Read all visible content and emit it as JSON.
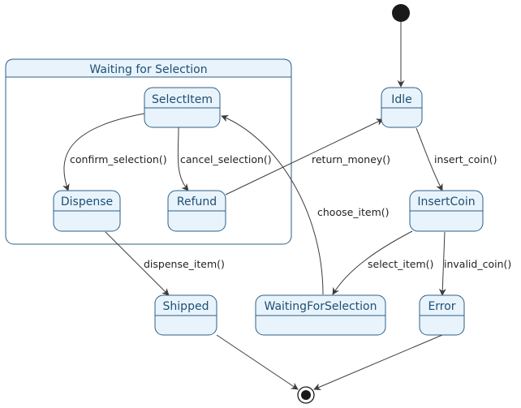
{
  "composite": {
    "title": "Waiting for Selection"
  },
  "states": {
    "select_item": "SelectItem",
    "dispense": "Dispense",
    "refund": "Refund",
    "idle": "Idle",
    "insert_coin": "InsertCoin",
    "shipped": "Shipped",
    "waiting_for_selection": "WaitingForSelection",
    "error": "Error"
  },
  "transitions": {
    "confirm_selection": "confirm_selection()",
    "cancel_selection": "cancel_selection()",
    "return_money": "return_money()",
    "insert_coin": "insert_coin()",
    "choose_item": "choose_item()",
    "dispense_item": "dispense_item()",
    "select_item": "select_item()",
    "invalid_coin": "invalid_coin()"
  }
}
